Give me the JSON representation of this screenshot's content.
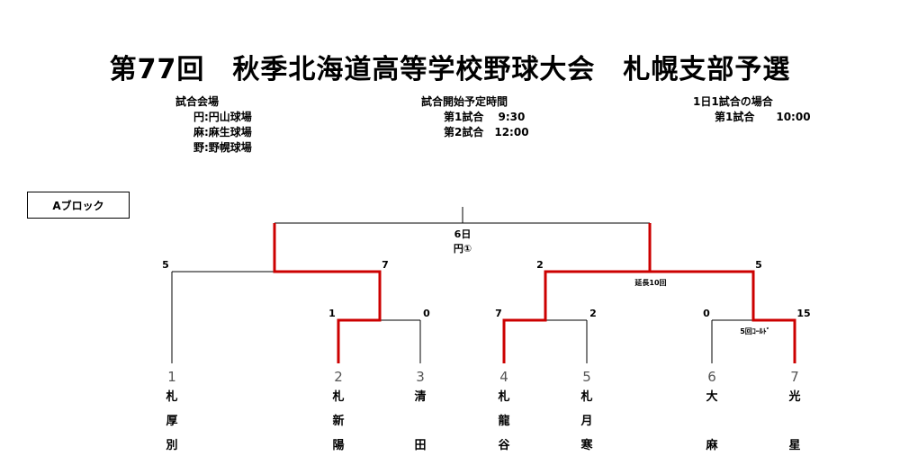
{
  "title": "第77回　秋季北海道高等学校野球大会　札幌支部予選",
  "venues": {
    "heading": "試合会場",
    "items": [
      "円:円山球場",
      "麻:麻生球場",
      "野:野幌球場"
    ]
  },
  "start_times": {
    "heading": "試合開始予定時間",
    "items": [
      "第1試合　 9:30",
      "第2試合　12:00"
    ]
  },
  "one_game_day": {
    "heading": "1日1試合の場合",
    "items": [
      "第1試合　　10:00"
    ]
  },
  "block_label": "Aブロック",
  "final": {
    "date": "6日",
    "venue": "円①"
  },
  "scores": {
    "left_semi": [
      "5",
      "7"
    ],
    "right_semi": [
      "2",
      "5"
    ],
    "r1_g1": [
      "1",
      "0"
    ],
    "r1_g2": [
      "7",
      "2"
    ],
    "r1_g3": [
      "0",
      "15"
    ]
  },
  "notes": {
    "extra_innings": "延長10回",
    "called_game": "5回ｺｰﾙﾄﾞ"
  },
  "teams": [
    {
      "num": "1",
      "chars": [
        "札",
        "厚",
        "別"
      ]
    },
    {
      "num": "2",
      "chars": [
        "札",
        "新",
        "陽"
      ]
    },
    {
      "num": "3",
      "chars": [
        "清",
        "",
        "田"
      ]
    },
    {
      "num": "4",
      "chars": [
        "札",
        "龍",
        "谷"
      ]
    },
    {
      "num": "5",
      "chars": [
        "札",
        "月",
        "寒"
      ]
    },
    {
      "num": "6",
      "chars": [
        "大",
        "",
        "麻"
      ]
    },
    {
      "num": "7",
      "chars": [
        "光",
        "",
        "星"
      ]
    }
  ],
  "colors": {
    "winner_line": "#cc0000",
    "line": "#000000"
  }
}
